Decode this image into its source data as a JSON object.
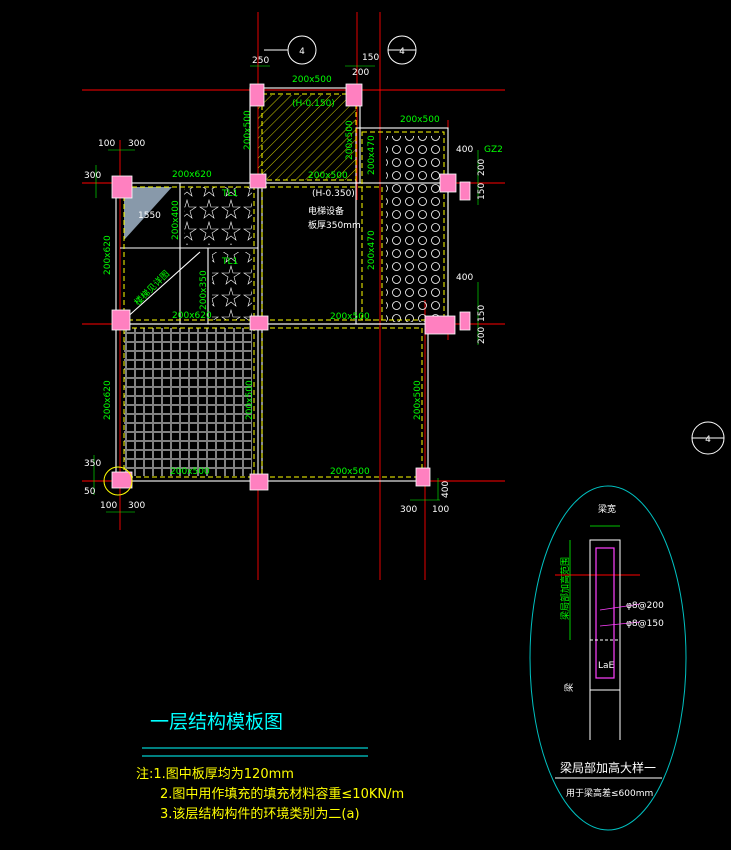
{
  "drawing": {
    "title": "一层结构模板图",
    "notes": [
      "注:1.图中板厚均为120mm",
      "2.图中用作填充的填充材料容重≤10KN/m",
      "3.该层结构构件的环境类别为二(a)"
    ],
    "axis_bubble": "4",
    "column_tag": "GZ2",
    "beams": {
      "b200x500": "200x500",
      "b200x620": "200x620",
      "b200x470": "200x470",
      "b200x400": "200x400",
      "b200x350": "200x350"
    },
    "elevations": {
      "h1": "(H-0.150)",
      "h2": "(H-0.350)"
    },
    "room_labels": {
      "elevator": "电梯设备",
      "thickness": "板厚350mm",
      "stair": "楼梯见详图",
      "span": "1550",
      "s1": "TL1",
      "s2": "TL1"
    },
    "dims": {
      "d250": "250",
      "d150": "150",
      "d200": "200",
      "d300": "300",
      "d100": "100",
      "d400": "400",
      "d350": "350",
      "d50": "50"
    },
    "detail": {
      "title": "梁局部加高大样一",
      "subtitle": "用于梁高差≤600mm",
      "top_label": "梁宽",
      "side_label": "梁局部加高范围",
      "rebar1": "φ8@200",
      "rebar2": "φ8@150",
      "anchor": "LaE",
      "beam_label": "梁"
    },
    "colors": {
      "grid": "#ff0000",
      "wall": "#ffffff",
      "column": "#ff80c0",
      "dim": "#00ff00",
      "beam_dash": "#ffff00",
      "title": "#00ffff",
      "detail_oval": "#00c0c0"
    }
  }
}
